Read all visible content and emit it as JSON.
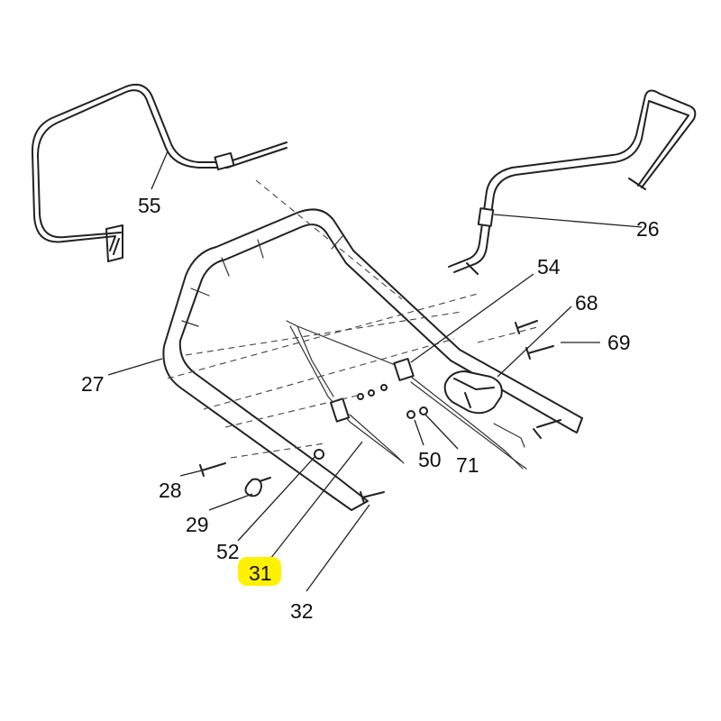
{
  "colors": {
    "highlight": "#fff200",
    "ink": "#222222",
    "background": "#ffffff"
  },
  "callouts": [
    {
      "id": "c55",
      "label": "55"
    },
    {
      "id": "c26",
      "label": "26"
    },
    {
      "id": "c54",
      "label": "54"
    },
    {
      "id": "c68",
      "label": "68"
    },
    {
      "id": "c69",
      "label": "69"
    },
    {
      "id": "c27",
      "label": "27"
    },
    {
      "id": "c50",
      "label": "50"
    },
    {
      "id": "c71",
      "label": "71"
    },
    {
      "id": "c28",
      "label": "28"
    },
    {
      "id": "c29",
      "label": "29"
    },
    {
      "id": "c52",
      "label": "52"
    },
    {
      "id": "c31",
      "label": "31",
      "highlighted": true
    },
    {
      "id": "c32",
      "label": "32"
    }
  ]
}
